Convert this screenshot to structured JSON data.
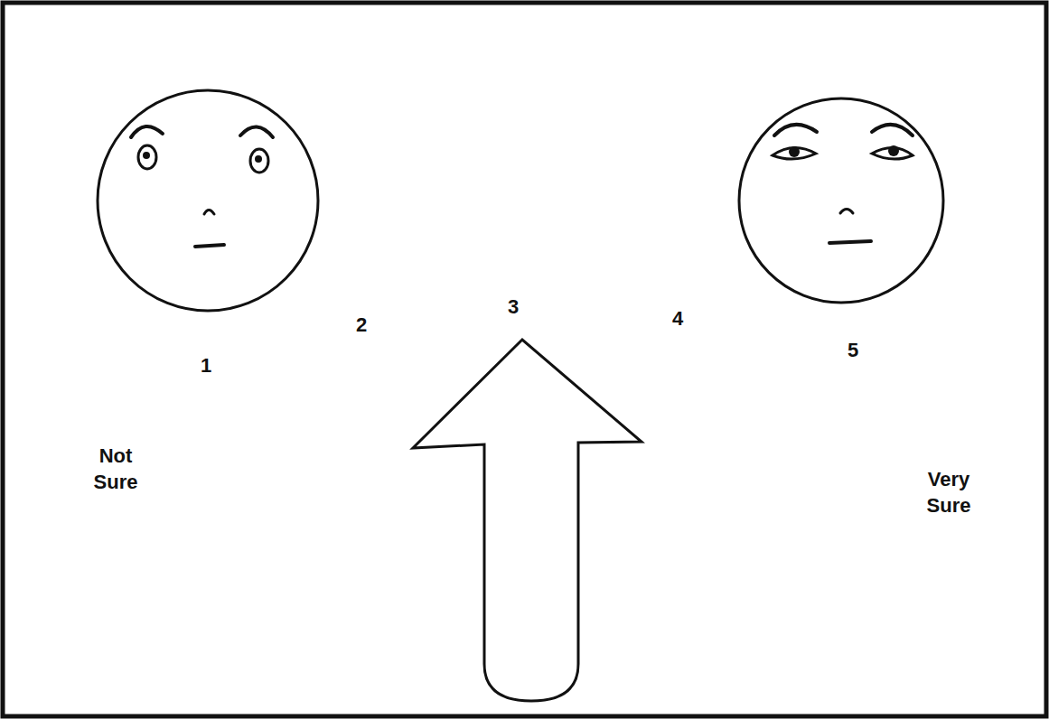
{
  "diagram": {
    "labels": [
      "1",
      "2",
      "3",
      "4",
      "5",
      "Not Sure",
      "Very Sure"
    ]
  }
}
